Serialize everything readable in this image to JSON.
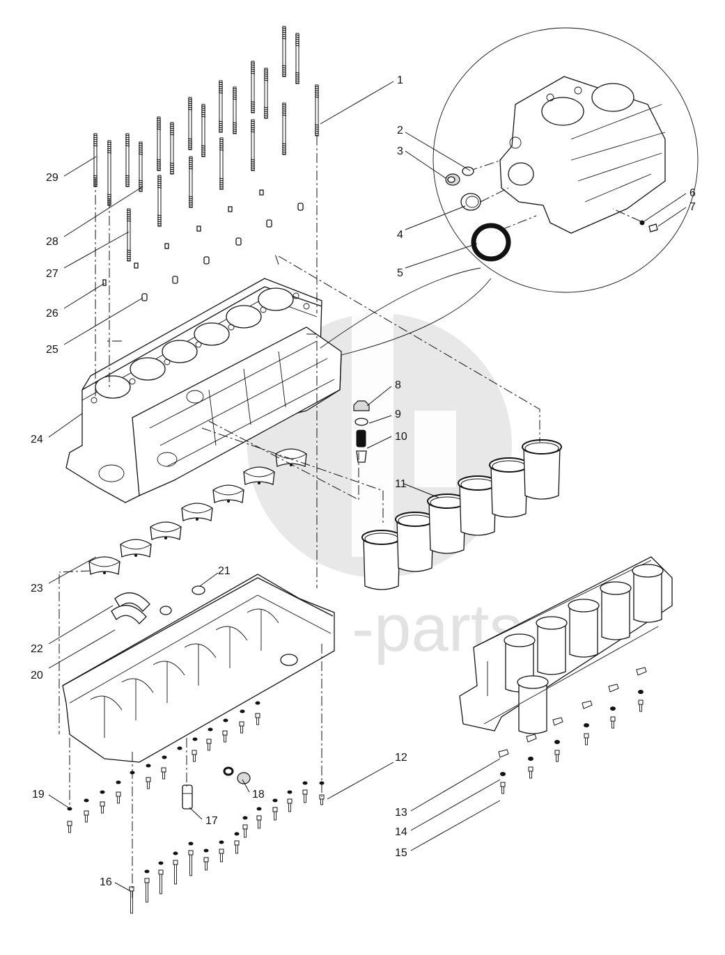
{
  "watermark": {
    "text": "-parts",
    "color": "#d6d6d6"
  },
  "callouts": [
    {
      "id": "1",
      "label": "1"
    },
    {
      "id": "2",
      "label": "2"
    },
    {
      "id": "3",
      "label": "3"
    },
    {
      "id": "4",
      "label": "4"
    },
    {
      "id": "5",
      "label": "5"
    },
    {
      "id": "6",
      "label": "6"
    },
    {
      "id": "7",
      "label": "7"
    },
    {
      "id": "8",
      "label": "8"
    },
    {
      "id": "9",
      "label": "9"
    },
    {
      "id": "10",
      "label": "10"
    },
    {
      "id": "11",
      "label": "11"
    },
    {
      "id": "12",
      "label": "12"
    },
    {
      "id": "13",
      "label": "13"
    },
    {
      "id": "14",
      "label": "14"
    },
    {
      "id": "15",
      "label": "15"
    },
    {
      "id": "16",
      "label": "16"
    },
    {
      "id": "17",
      "label": "17"
    },
    {
      "id": "18",
      "label": "18"
    },
    {
      "id": "19",
      "label": "19"
    },
    {
      "id": "20",
      "label": "20"
    },
    {
      "id": "21",
      "label": "21"
    },
    {
      "id": "22",
      "label": "22"
    },
    {
      "id": "23",
      "label": "23"
    },
    {
      "id": "24",
      "label": "24"
    },
    {
      "id": "25",
      "label": "25"
    },
    {
      "id": "26",
      "label": "26"
    },
    {
      "id": "27",
      "label": "27"
    },
    {
      "id": "28",
      "label": "28"
    },
    {
      "id": "29",
      "label": "29"
    }
  ]
}
